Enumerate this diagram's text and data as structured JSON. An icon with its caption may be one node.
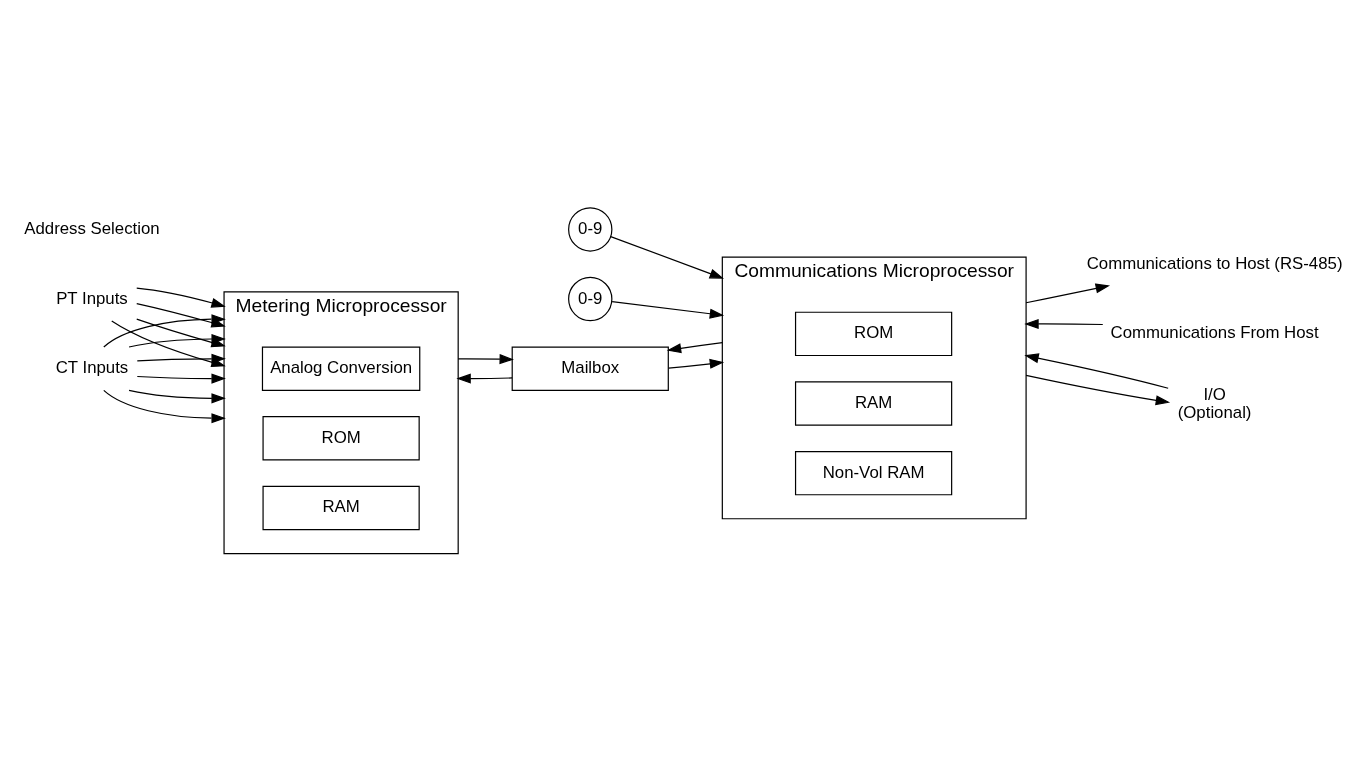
{
  "diagram": {
    "nodes": [
      {
        "text": [
          "Metering Microprocessor"
        ]
      },
      {
        "text": [
          "Analog Conversion"
        ],
        "in": 0
      },
      {
        "text": [
          "ROM"
        ],
        "in": 0
      },
      {
        "text": [
          "RAM"
        ],
        "in": 0
      },
      {
        "text": [
          "Communications Microprocessor"
        ]
      },
      {
        "text": [
          "ROM"
        ],
        "in": 4
      },
      {
        "text": [
          "RAM"
        ],
        "in": 4
      },
      {
        "text": [
          "Non-Vol RAM"
        ],
        "in": 4
      },
      {
        "text": [
          "0-9"
        ]
      },
      {
        "text": [
          "0-9"
        ]
      },
      {
        "text": [
          "Mailbox"
        ]
      },
      {
        "text": [
          "PT Inputs"
        ]
      },
      {
        "text": [
          "CT Inputs"
        ]
      },
      {
        "text": [
          "Communications to Host (RS-485)"
        ]
      },
      {
        "text": [
          "Communications From Host"
        ]
      },
      {
        "text": [
          "I/O",
          "(Optional)"
        ]
      }
    ],
    "edges": [
      {
        "from": 11,
        "to": 0,
        "arrow": "to"
      },
      {
        "from": 11,
        "to": 0,
        "arrow": "to"
      },
      {
        "from": 11,
        "to": 0,
        "arrow": "to"
      },
      {
        "from": 11,
        "to": 0,
        "arrow": "to"
      },
      {
        "from": 12,
        "to": 0,
        "arrow": "to"
      },
      {
        "from": 12,
        "to": 0,
        "arrow": "to"
      },
      {
        "from": 12,
        "to": 0,
        "arrow": "to"
      },
      {
        "from": 12,
        "to": 0,
        "arrow": "to"
      },
      {
        "from": 12,
        "to": 0,
        "arrow": "to"
      },
      {
        "from": 12,
        "to": 0,
        "arrow": "to"
      },
      {
        "from": 8,
        "to": 4,
        "arrow": "to"
      },
      {
        "from": 9,
        "to": 4,
        "arrow": "to"
      },
      {
        "from": 10,
        "to": 0,
        "arrow": "to"
      },
      {
        "from": 0,
        "to": 10,
        "arrow": "to"
      },
      {
        "from": 10,
        "to": 4,
        "arrow": "to"
      },
      {
        "from": 4,
        "to": 10,
        "arrow": "to"
      },
      {
        "from": 4,
        "to": 13,
        "arrow": "to"
      },
      {
        "from": 14,
        "to": 4,
        "arrow": "to"
      },
      {
        "from": 4,
        "to": 15,
        "arrow": "to"
      },
      {
        "from": 15,
        "to": 4,
        "arrow": "to"
      }
    ],
    "labels": [
      "Address Selection"
    ]
  }
}
